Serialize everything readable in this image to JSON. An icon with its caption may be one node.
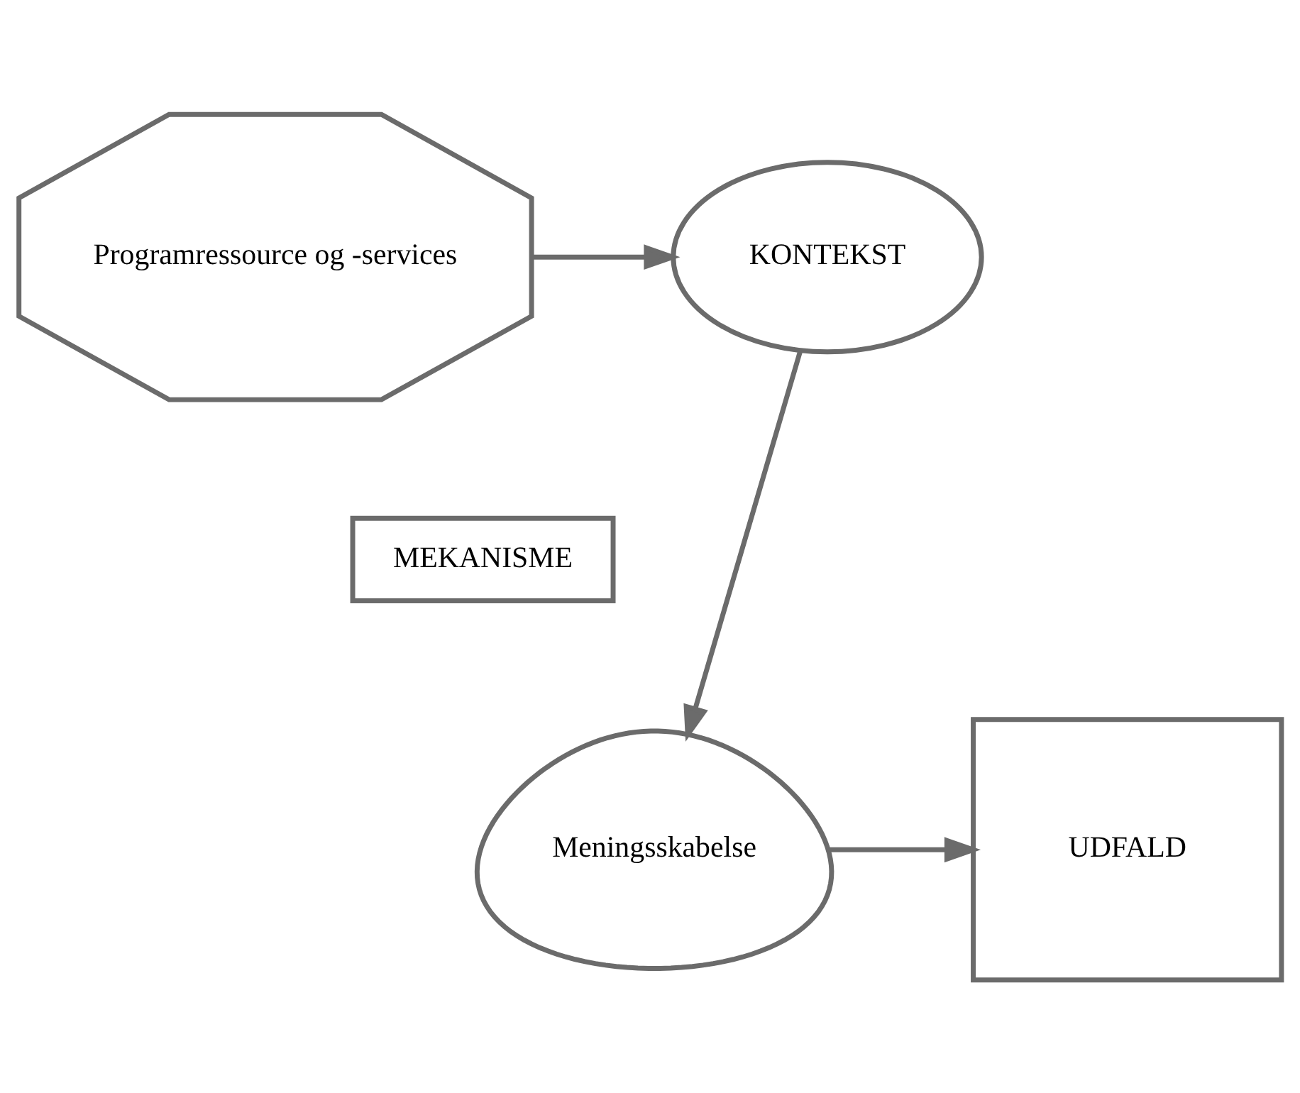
{
  "diagram": {
    "nodes": [
      {
        "text": [
          "KONTEKST"
        ]
      },
      {
        "text": [
          "Programressource og -services"
        ]
      },
      {
        "text": [
          "MEKANISME"
        ]
      },
      {
        "text": [
          "Meningsskabelse"
        ]
      },
      {
        "text": [
          "UDFALD"
        ]
      }
    ],
    "edges": [
      {
        "from": 1,
        "to": 0,
        "arrow": "to"
      },
      {
        "from": 0,
        "to": 3,
        "arrow": "to"
      },
      {
        "from": 3,
        "to": 4,
        "arrow": "to"
      }
    ]
  }
}
